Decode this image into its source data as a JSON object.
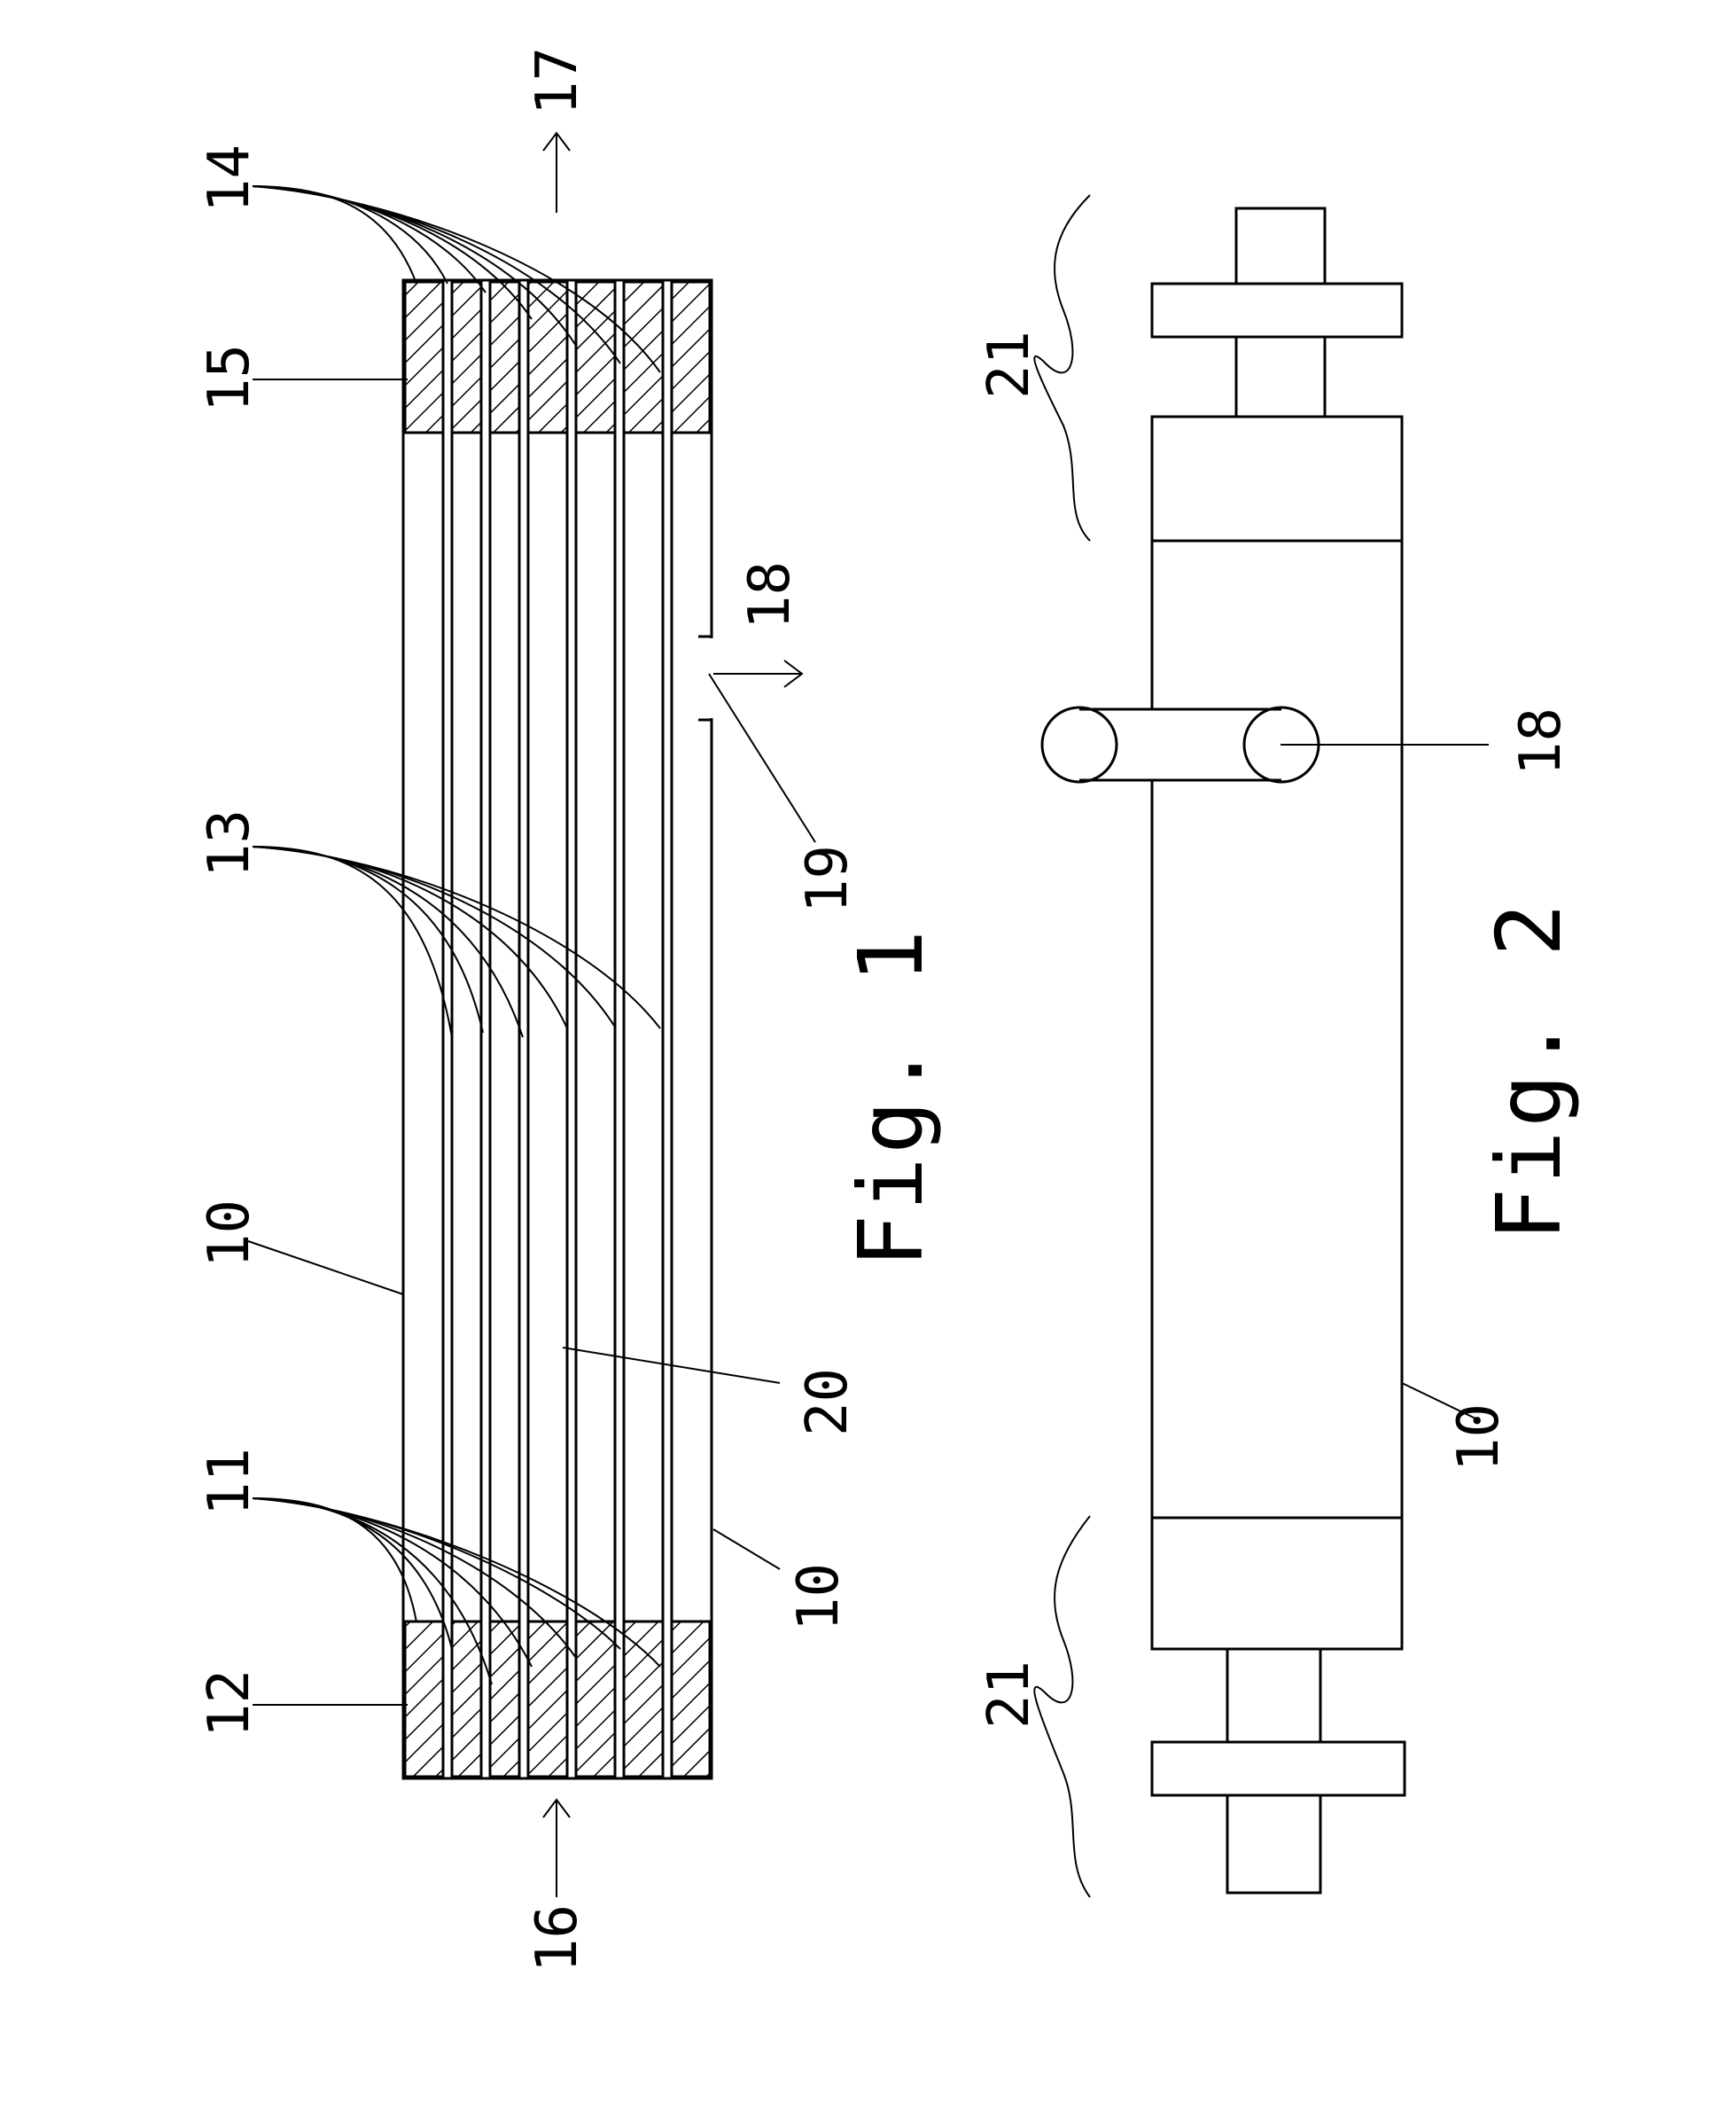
{
  "fig1": {
    "caption": "Fig. 1",
    "labels": {
      "l10a": "10",
      "l10b": "10",
      "l11": "11",
      "l12": "12",
      "l13": "13",
      "l14": "14",
      "l15": "15",
      "l16": "16",
      "l17": "17",
      "l18": "18",
      "l19": "19",
      "l20": "20"
    }
  },
  "fig2": {
    "caption": "Fig. 2",
    "labels": {
      "l18": "18",
      "l10": "10",
      "l21a": "21",
      "l21b": "21"
    }
  }
}
